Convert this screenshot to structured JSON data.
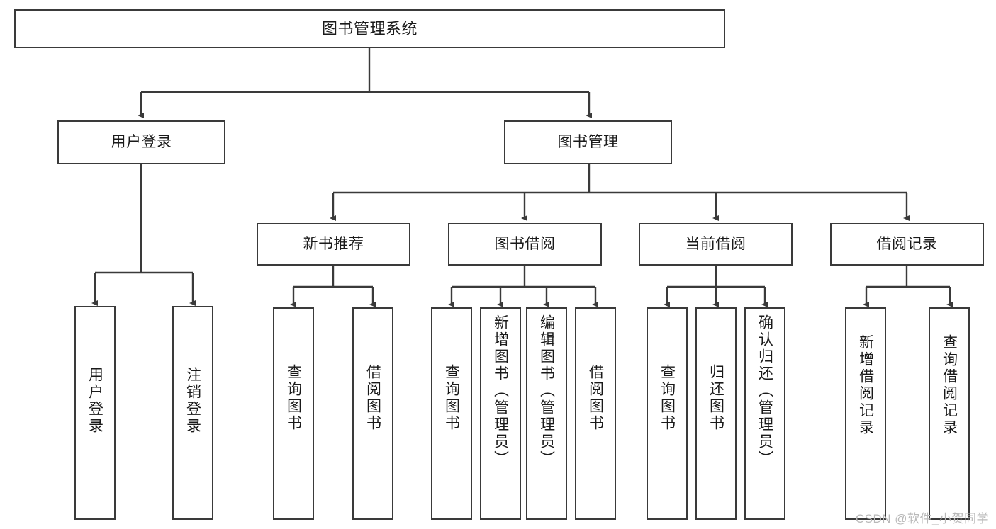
{
  "diagram": {
    "title": "图书管理系统",
    "type": "tree",
    "background": "#ffffff",
    "line_color": "#3a3a3a",
    "box_border_color": "#3a3a3a",
    "text_color": "#1a1a1a"
  },
  "nodes": {
    "root": {
      "label": "图书管理系统"
    },
    "level2": [
      {
        "label": "用户登录"
      },
      {
        "label": "图书管理"
      }
    ],
    "level3": [
      {
        "label": "新书推荐"
      },
      {
        "label": "图书借阅"
      },
      {
        "label": "当前借阅"
      },
      {
        "label": "借阅记录"
      }
    ],
    "leaves_user_login": [
      {
        "label": "用户登录"
      },
      {
        "label": "注销登录"
      }
    ],
    "leaves_new_book": [
      {
        "label": "查询图书"
      },
      {
        "label": "借阅图书"
      }
    ],
    "leaves_book_borrow": [
      {
        "label": "查询图书"
      },
      {
        "label": "新增图书（管理员）"
      },
      {
        "label": "编辑图书（管理员）"
      },
      {
        "label": "借阅图书"
      }
    ],
    "leaves_current_borrow": [
      {
        "label": "查询图书"
      },
      {
        "label": "归还图书"
      },
      {
        "label": "确认归还（管理员）"
      }
    ],
    "leaves_borrow_record": [
      {
        "label": "新增借阅记录"
      },
      {
        "label": "查询借阅记录"
      }
    ]
  },
  "watermark": {
    "text": "CSDN @软件_小贺同学"
  }
}
